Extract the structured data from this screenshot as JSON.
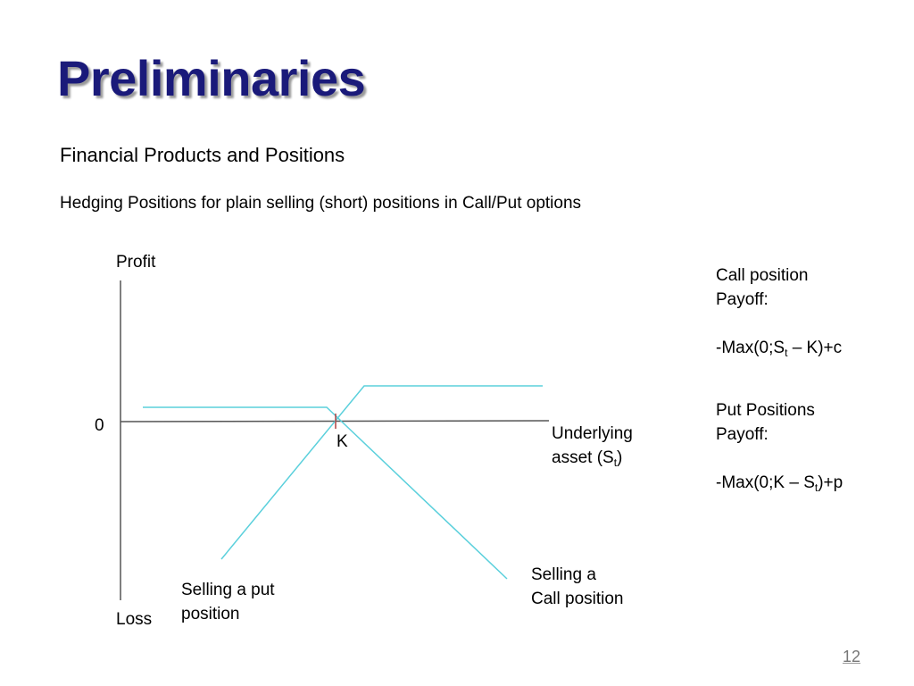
{
  "slide": {
    "title": "Preliminaries",
    "subtitle": "Financial Products and Positions",
    "heading": "Hedging Positions for plain selling (short) positions in Call/Put options",
    "page_number": "12"
  },
  "diagram": {
    "y_axis_top": "Profit",
    "y_axis_bottom": "Loss",
    "origin": "0",
    "strike": "K",
    "x_axis_line1": "Underlying",
    "x_axis_line2_pre": "asset (S",
    "x_axis_line2_sub": "t",
    "x_axis_line2_post": ")",
    "put_label_line1": "Selling a put",
    "put_label_line2": "position",
    "call_label_line1": "Selling a",
    "call_label_line2": "Call position",
    "line_color": "#5bd0dc"
  },
  "call_payoff": {
    "line1": "Call position",
    "line2": "Payoff:",
    "formula_pre": "-Max(0;S",
    "formula_sub": "t",
    "formula_post": " – K)+c"
  },
  "put_payoff": {
    "line1": "Put Positions",
    "line2": "Payoff:",
    "formula_pre": "-Max(0;K – S",
    "formula_sub": "t",
    "formula_post": ")+p"
  }
}
